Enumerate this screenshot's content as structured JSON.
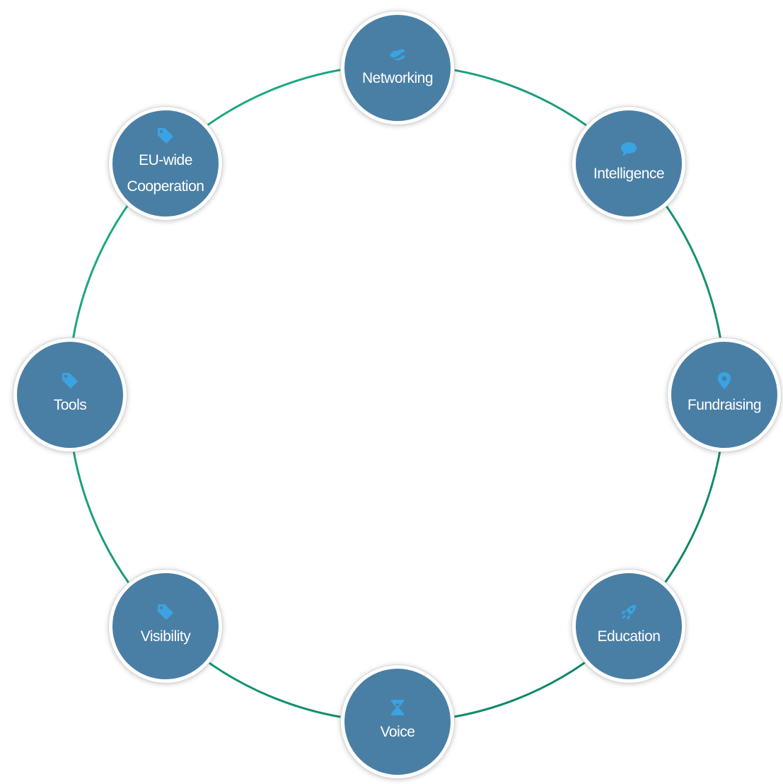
{
  "diagram": {
    "ring_color": "#1a9b78",
    "node_color": "#4a7fa5",
    "node_border_color": "#ffffff",
    "icon_color": "#3aa3e3",
    "label_color": "#ffffff",
    "nodes": [
      {
        "id": "networking",
        "lines": [
          "Networking"
        ],
        "icon": "handshake-icon"
      },
      {
        "id": "intelligence",
        "lines": [
          "Intelligence"
        ],
        "icon": "speech-bubble-icon"
      },
      {
        "id": "fundraising",
        "lines": [
          "Fundraising"
        ],
        "icon": "map-pin-icon"
      },
      {
        "id": "education",
        "lines": [
          "Education"
        ],
        "icon": "rocket-icon"
      },
      {
        "id": "voice",
        "lines": [
          "Voice"
        ],
        "icon": "hourglass-icon"
      },
      {
        "id": "visibility",
        "lines": [
          "Visibility"
        ],
        "icon": "tag-icon"
      },
      {
        "id": "tools",
        "lines": [
          "Tools"
        ],
        "icon": "tag-icon"
      },
      {
        "id": "eu-wide-cooperation",
        "lines": [
          "EU-wide",
          "Cooperation"
        ],
        "icon": "tag-icon"
      }
    ]
  }
}
